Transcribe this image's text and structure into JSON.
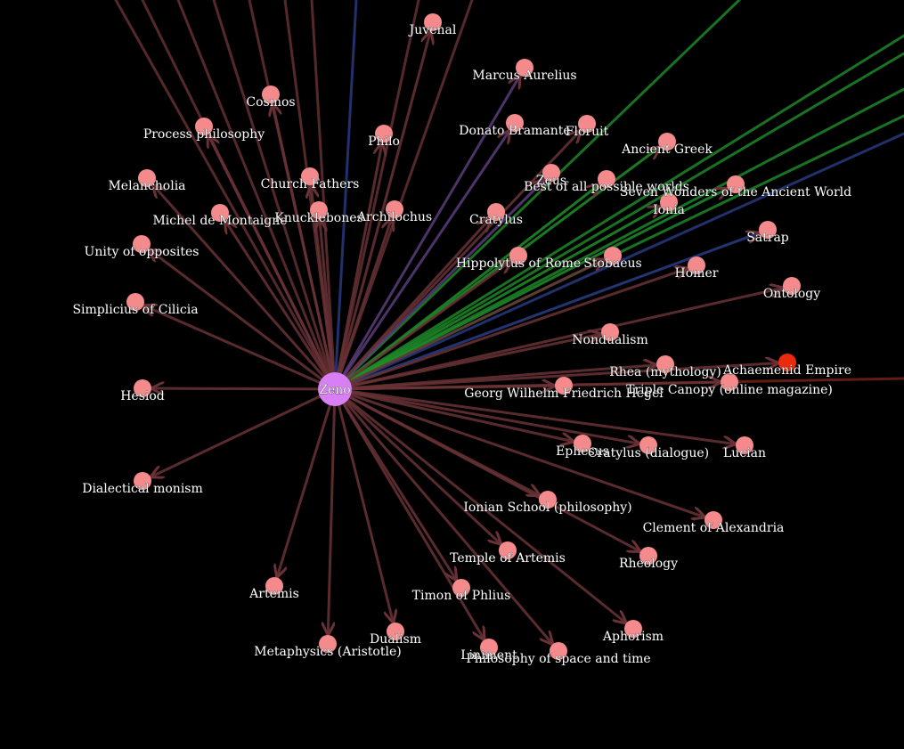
{
  "colors": {
    "background": "#000000",
    "node": "#f48a8c",
    "center_node": "#d97ff5",
    "highlight_node": "#ee2a0c",
    "edge_red": "#6a3236",
    "edge_green": "#1f8f2a",
    "edge_blue": "#2a3c86",
    "edge_purple": "#5a3d7a"
  },
  "graph": {
    "center": "Zeno",
    "nodes": [
      {
        "id": "zeno",
        "label": "Zeno",
        "kind": "center"
      },
      {
        "id": "juvenal",
        "label": "Juvenal",
        "kind": "normal"
      },
      {
        "id": "marcus",
        "label": "Marcus Aurelius",
        "kind": "normal"
      },
      {
        "id": "cosmos",
        "label": "Cosmos",
        "kind": "normal"
      },
      {
        "id": "process",
        "label": "Process philosophy",
        "kind": "normal"
      },
      {
        "id": "philo",
        "label": "Philo",
        "kind": "normal"
      },
      {
        "id": "bramante",
        "label": "Donato Bramante",
        "kind": "normal"
      },
      {
        "id": "floruit",
        "label": "Floruit",
        "kind": "normal"
      },
      {
        "id": "greek",
        "label": "Ancient Greek",
        "kind": "normal"
      },
      {
        "id": "melancholia",
        "label": "Melancholia",
        "kind": "normal"
      },
      {
        "id": "church",
        "label": "Church Fathers",
        "kind": "normal"
      },
      {
        "id": "zeus",
        "label": "Zeus",
        "kind": "normal"
      },
      {
        "id": "bestworlds",
        "label": "Best of all possible worlds",
        "kind": "normal"
      },
      {
        "id": "sevenwonders",
        "label": "Seven Wonders of the Ancient World",
        "kind": "normal"
      },
      {
        "id": "ionia",
        "label": "Ionia",
        "kind": "normal"
      },
      {
        "id": "montaigne",
        "label": "Michel de Montaigne",
        "kind": "normal"
      },
      {
        "id": "knucklebones",
        "label": "Knucklebones",
        "kind": "normal"
      },
      {
        "id": "archilochus",
        "label": "Archilochus",
        "kind": "normal"
      },
      {
        "id": "cratylus",
        "label": "Cratylus",
        "kind": "normal"
      },
      {
        "id": "satrap",
        "label": "Satrap",
        "kind": "normal"
      },
      {
        "id": "unity",
        "label": "Unity of opposites",
        "kind": "normal"
      },
      {
        "id": "hippolytus",
        "label": "Hippolytus of Rome",
        "kind": "normal"
      },
      {
        "id": "stobaeus",
        "label": "Stobaeus",
        "kind": "normal"
      },
      {
        "id": "homer",
        "label": "Homer",
        "kind": "normal"
      },
      {
        "id": "ontology",
        "label": "Ontology",
        "kind": "normal"
      },
      {
        "id": "simplicius",
        "label": "Simplicius of Cilicia",
        "kind": "normal"
      },
      {
        "id": "nondualism",
        "label": "Nondualism",
        "kind": "normal"
      },
      {
        "id": "rhea",
        "label": "Rhea (mythology)",
        "kind": "normal"
      },
      {
        "id": "achaemenid",
        "label": "Achaemenid Empire",
        "kind": "highlight"
      },
      {
        "id": "hegel",
        "label": "Georg Wilhelm Friedrich Hegel",
        "kind": "normal"
      },
      {
        "id": "canopy",
        "label": "Triple Canopy (online magazine)",
        "kind": "normal"
      },
      {
        "id": "hesiod",
        "label": "Hesiod",
        "kind": "normal"
      },
      {
        "id": "ephesus",
        "label": "Ephesus",
        "kind": "normal"
      },
      {
        "id": "cratylusdialogue",
        "label": "Cratylus (dialogue)",
        "kind": "normal"
      },
      {
        "id": "lucian",
        "label": "Lucian",
        "kind": "normal"
      },
      {
        "id": "dialectical",
        "label": "Dialectical monism",
        "kind": "normal"
      },
      {
        "id": "ionian",
        "label": "Ionian School (philosophy)",
        "kind": "normal"
      },
      {
        "id": "clement",
        "label": "Clement of Alexandria",
        "kind": "normal"
      },
      {
        "id": "artemistemple",
        "label": "Temple of Artemis",
        "kind": "normal"
      },
      {
        "id": "rheology",
        "label": "Rheology",
        "kind": "normal"
      },
      {
        "id": "artemis",
        "label": "Artemis",
        "kind": "normal"
      },
      {
        "id": "timon",
        "label": "Timon of Phlius",
        "kind": "normal"
      },
      {
        "id": "aphorism",
        "label": "Aphorism",
        "kind": "normal"
      },
      {
        "id": "dualism",
        "label": "Dualism",
        "kind": "normal"
      },
      {
        "id": "metaphysics",
        "label": "Metaphysics (Aristotle)",
        "kind": "normal"
      },
      {
        "id": "liniment",
        "label": "Liniment",
        "kind": "normal"
      },
      {
        "id": "spacetime",
        "label": "Philosophy of space and time",
        "kind": "normal"
      }
    ]
  }
}
